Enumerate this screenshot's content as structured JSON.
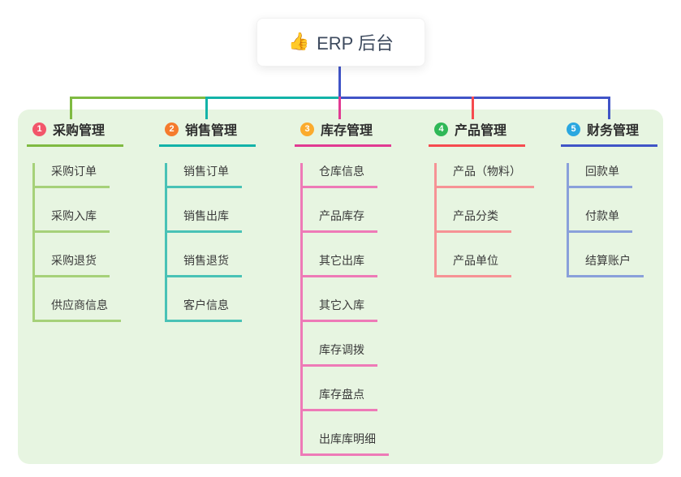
{
  "page": {
    "background": "#ffffff",
    "panel_color": "#e7f5e1"
  },
  "root": {
    "icon": "👍",
    "icon_name": "thumbs-up-emoji",
    "label": "ERP 后台"
  },
  "branches": [
    {
      "badge": "1",
      "badge_color": "#f2566a",
      "label": "采购管理",
      "line_color": "#7fba41",
      "child_line_color": "#a6d179",
      "children": [
        "采购订单",
        "采购入库",
        "采购退货",
        "供应商信息"
      ]
    },
    {
      "badge": "2",
      "badge_color": "#f57b2d",
      "label": "销售管理",
      "line_color": "#12b3a8",
      "child_line_color": "#49c2b6",
      "children": [
        "销售订单",
        "销售出库",
        "销售退货",
        "客户信息"
      ]
    },
    {
      "badge": "3",
      "badge_color": "#fbab2d",
      "label": "库存管理",
      "line_color": "#e13a92",
      "child_line_color": "#ee7ab7",
      "children": [
        "仓库信息",
        "产品库存",
        "其它出库",
        "其它入库",
        "库存调拨",
        "库存盘点",
        "出库库明细"
      ]
    },
    {
      "badge": "4",
      "badge_color": "#2fb857",
      "label": "产品管理",
      "line_color": "#f64b4f",
      "child_line_color": "#f69295",
      "children": [
        "产品（物料）",
        "产品分类",
        "产品单位"
      ]
    },
    {
      "badge": "5",
      "badge_color": "#2aa7e0",
      "label": "财务管理",
      "line_color": "#4054c7",
      "child_line_color": "#8aa0da",
      "children": [
        "回款单",
        "付款单",
        "结算账户"
      ]
    }
  ]
}
